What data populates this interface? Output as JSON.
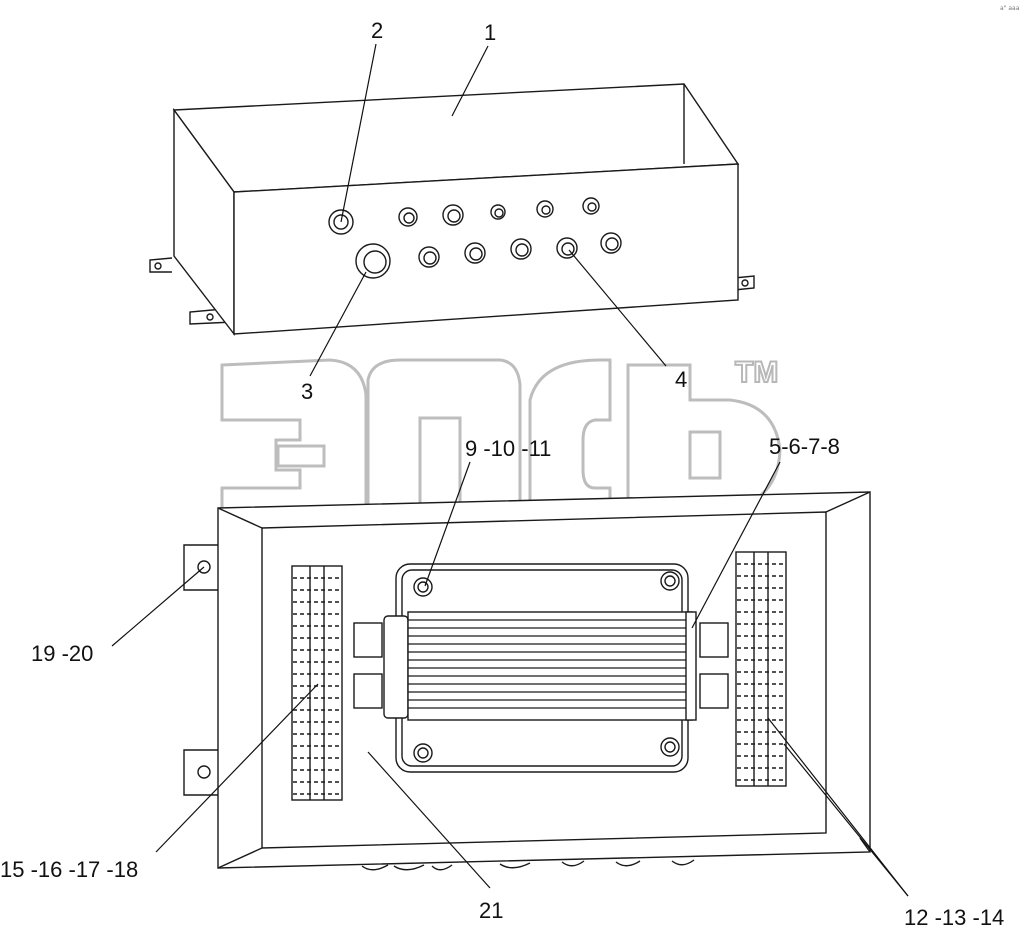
{
  "drawing": {
    "top_mark": "a\" aaa",
    "watermark_tm": "TM",
    "callouts": {
      "c1": "1",
      "c2": "2",
      "c3": "3",
      "c4": "4",
      "c9_10_11": "9 -10 -11",
      "c5_6_7_8": "5-6-7-8",
      "c19_20": "19 -20",
      "c15_18": "15 -16 -17 -18",
      "c21": "21",
      "c12_14": "12 -13 -14"
    }
  }
}
